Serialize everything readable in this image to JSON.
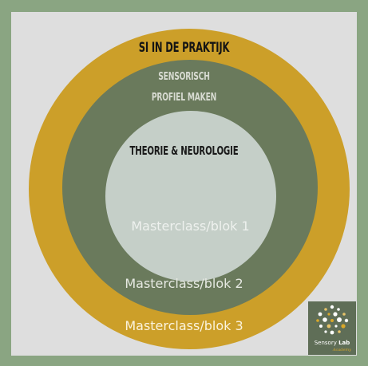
{
  "diagram": {
    "rings": [
      {
        "id": "outer",
        "title": "SI in de praktijk",
        "label": "Masterclass/blok 3",
        "color": "#cc9f29"
      },
      {
        "id": "middle",
        "title_line1": "Sensorisch",
        "title_line2": "profiel maken",
        "label": "Masterclass/blok 2",
        "color": "#6a7a5c"
      },
      {
        "id": "core",
        "title": "Theorie & Neurologie",
        "label": "Masterclass/blok  1",
        "color": "#c5cfc8"
      }
    ]
  },
  "logo": {
    "brand_first": "Sensory",
    "brand_second": "Lab",
    "tagline": "Academy",
    "background": "#5f6e57",
    "accent": "#d9a82a"
  }
}
